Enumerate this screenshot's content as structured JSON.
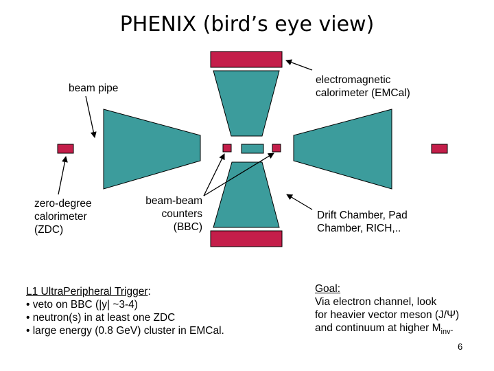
{
  "title": "PHENIX (bird’s eye view)",
  "labels": {
    "beam_pipe": "beam pipe",
    "emcal_line1": "electromagnetic",
    "emcal_line2": "calorimeter (EMCal)",
    "zdc_line1": "zero-degree",
    "zdc_line2": "calorimeter",
    "zdc_line3": "(ZDC)",
    "bbc_line1": "beam-beam",
    "bbc_line2": "counters",
    "bbc_line3": "(BBC)",
    "dc_line1": "Drift Chamber, Pad",
    "dc_line2": "Chamber, RICH,.."
  },
  "trigger": {
    "heading": "L1 UltraPeripheral Trigger",
    "heading_suffix": ":",
    "items": [
      "• veto on BBC (|y| ~3-4)",
      "• neutron(s) in at least one ZDC",
      "• large energy (0.8 GeV) cluster in EMCal."
    ]
  },
  "goal": {
    "heading": "Goal:",
    "line1": "Via electron channel, look",
    "line2": "for heavier vector meson (J/Ψ)",
    "line3_prefix": "and continuum at higher M",
    "line3_sub": "inv",
    "line3_suffix": "."
  },
  "page_number": "6",
  "colors": {
    "detector_fill": "#3c9c9c",
    "magnet_fill": "#c41e4a",
    "line": "#000000"
  }
}
